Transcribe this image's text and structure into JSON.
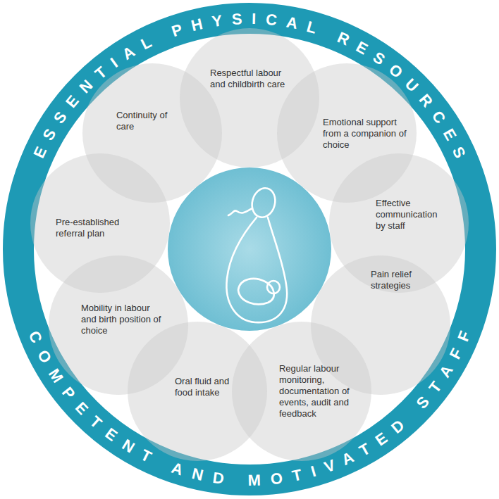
{
  "diagram": {
    "nodes": [
      {
        "text": [
          "ESSENTIAL PHYSICAL RESOURCES",
          "COMPETENT AND MOTIVATED STAFF"
        ]
      },
      {
        "text": [
          "Continuity of care"
        ],
        "in": 0
      },
      {
        "text": [
          "Respectful labour and childbirth care"
        ],
        "in": 0
      },
      {
        "text": [
          "Emotional support from a companion of choice"
        ],
        "in": 0
      },
      {
        "text": [
          "Effective communication by staff"
        ],
        "in": 0
      },
      {
        "text": [
          "Pain relief strategies"
        ],
        "in": 0
      },
      {
        "text": [
          "Regular labour monitoring, documentation of events, audit and feedback"
        ],
        "in": 0
      },
      {
        "text": [
          "Oral fluid and food intake"
        ],
        "in": 0
      },
      {
        "text": [
          "Mobility in labour and birth position of choice"
        ],
        "in": 0
      },
      {
        "text": [
          "Pre-established referral plan"
        ],
        "in": 0
      }
    ]
  }
}
